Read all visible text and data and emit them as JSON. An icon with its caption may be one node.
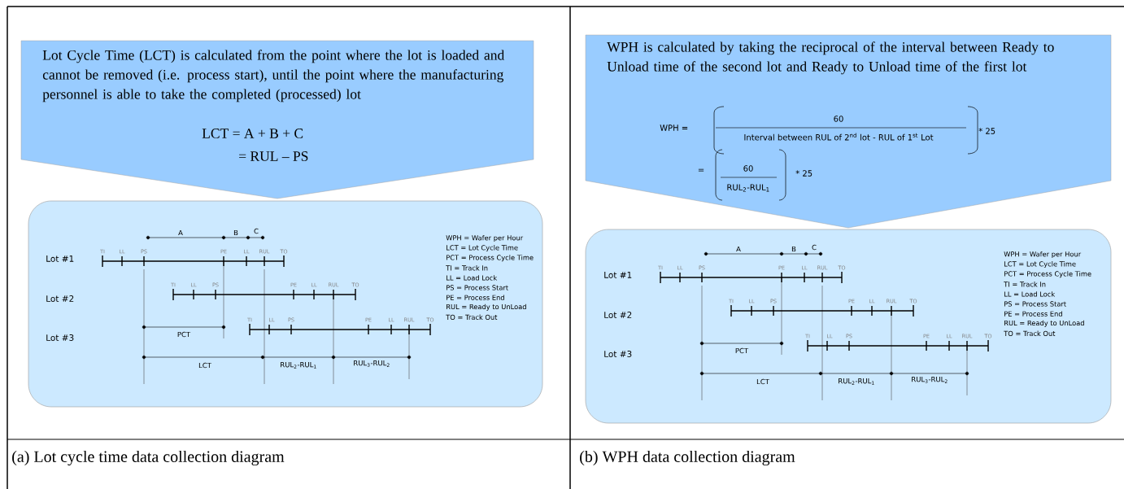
{
  "diagram": {
    "nodes": [
      {
        "text": [
          "Lot Cycle Time (LCT) is calculated from the point where the lot is loaded and cannot be removed (i.e. process start), until the point where the manufacturing personnel is able to take the completed (processed) lot",
          "LCT = A + B + C",
          "= RUL – PS"
        ]
      },
      {
        "text": [
          "A",
          "B",
          "C",
          "Lot #1",
          "TI",
          "LL",
          "PS",
          "PE",
          "LL",
          "RUL",
          "TO",
          "Lot #2",
          "TI",
          "LL",
          "PS",
          "PE",
          "LL",
          "RUL",
          "TO",
          "Lot #3",
          "TI",
          "LL",
          "PS",
          "PE",
          "LL",
          "RUL",
          "TO",
          "PCT",
          "LCT",
          "RUL$_{2}$-RUL$_{1}$",
          "RUL$_{3}$-RUL$_{2}$",
          "WPH = Wafer per Hour",
          "LCT = Lot Cycle Time",
          "PCT = Process Cycle Time",
          "TI = Track In",
          "LL = Load Lock",
          "PS = Process Start",
          "PE = Process End",
          "RUL = Ready to UnLoad",
          "TO = Track Out"
        ]
      },
      {
        "text": [
          "WPH is calculated by taking the reciprocal of the interval between Ready to Unload time of the second lot and Ready to Unload time of the first lot",
          "WPH =",
          "60",
          "Interval between RUL of 2$^{nd}$ lot - RUL of 1$^{st}$ Lot",
          "* 25",
          "=",
          "60",
          "RUL$_{2}$-RUL$_{1}$",
          "* 25"
        ]
      },
      {
        "text": [
          "A",
          "B",
          "C",
          "Lot #1",
          "TI",
          "LL",
          "PS",
          "PE",
          "LL",
          "RUL",
          "TO",
          "Lot #2",
          "TI",
          "LL",
          "PS",
          "PE",
          "LL",
          "RUL",
          "TO",
          "Lot #3",
          "TI",
          "LL",
          "PS",
          "PE",
          "LL",
          "RUL",
          "TO",
          "PCT",
          "LCT",
          "RUL$_{2}$-RUL$_{1}$",
          "RUL$_{3}$-RUL$_{2}$",
          "WPH = Wafer per Hour",
          "LCT = Lot Cycle Time",
          "PCT = Process Cycle Time",
          "TI = Track In",
          "LL = Load Lock",
          "PS = Process Start",
          "PE = Process End",
          "RUL = Ready to UnLoad",
          "TO = Track Out"
        ]
      }
    ],
    "labels": [
      "(a) Lot cycle time data collection diagram",
      "(b) WPH data collection diagram"
    ]
  }
}
